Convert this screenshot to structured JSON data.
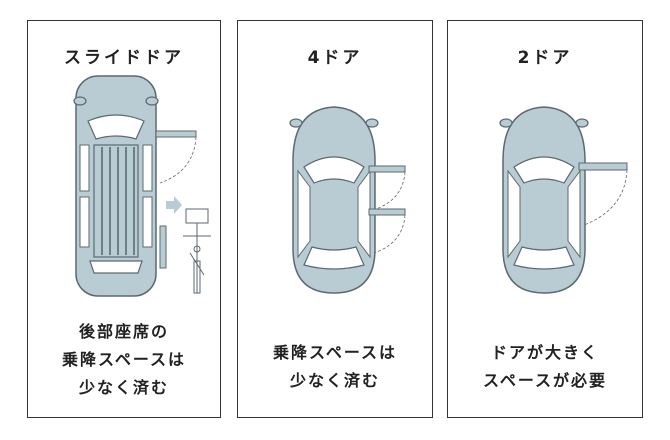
{
  "panels": [
    {
      "title": "スライドドア",
      "lines": [
        "後部座席の",
        "乗降スペースは",
        "少なく済む"
      ]
    },
    {
      "title": "4ドア",
      "lines": [
        "乗降スペースは",
        "少なく済む"
      ]
    },
    {
      "title": "2ドア",
      "lines": [
        "ドアが大きく",
        "スペースが必要"
      ]
    }
  ],
  "colors": {
    "car_fill": "#b9ccd4",
    "stroke": "#5a6a70",
    "glass": "#ffffff",
    "arrow": "#b9ccd4"
  }
}
